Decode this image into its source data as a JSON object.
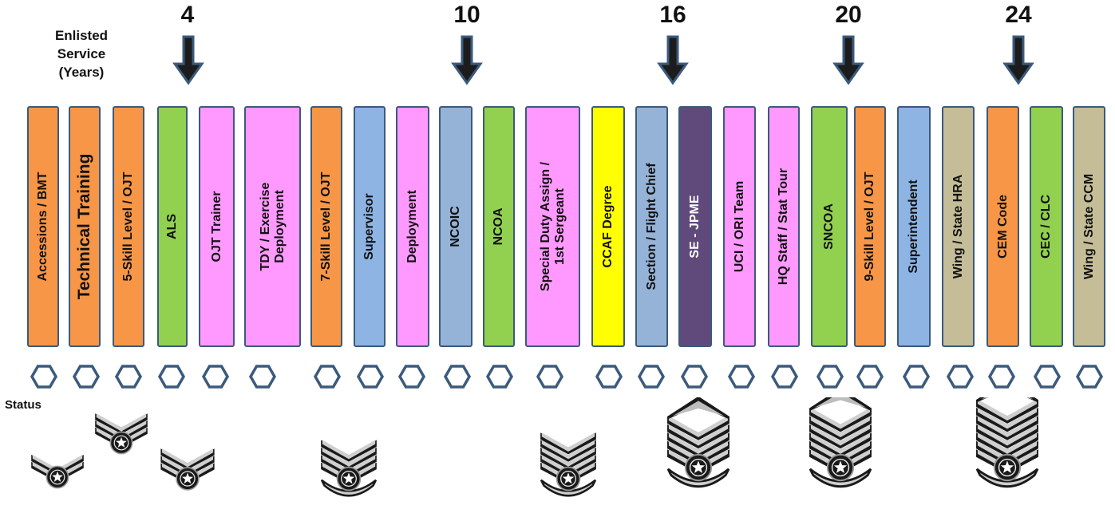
{
  "header": {
    "service_label": [
      "Enlisted",
      "Service",
      "(Years)"
    ],
    "status_label": "Status"
  },
  "year_markers": [
    "4",
    "10",
    "16",
    "20",
    "24"
  ],
  "colors": {
    "border": "#3b5a7d",
    "arrow": "#3b5a7d",
    "orange": "#f79646",
    "green": "#92d050",
    "pink": "#ff99ff",
    "blue": "#8eb4e3",
    "grey_blue": "#95b3d7",
    "yellow": "#ffff00",
    "purple": "#604a7b",
    "tan": "#c4bd97"
  },
  "stages": [
    {
      "label": "Accessions / BMT",
      "color": "orange"
    },
    {
      "label": "Technical Training",
      "color": "orange"
    },
    {
      "label": "5-Skill Level / OJT",
      "color": "orange"
    },
    {
      "label": "ALS",
      "color": "green"
    },
    {
      "label": "OJT Trainer",
      "color": "pink"
    },
    {
      "label": "TDY / Exercise\nDeployment",
      "color": "pink"
    },
    {
      "label": "7-Skill Level / OJT",
      "color": "orange"
    },
    {
      "label": "Supervisor",
      "color": "blue"
    },
    {
      "label": "Deployment",
      "color": "pink"
    },
    {
      "label": "NCOIC",
      "color": "grey_blue"
    },
    {
      "label": "NCOA",
      "color": "green"
    },
    {
      "label": "Special Duty Assign /\n1st Sergeant",
      "color": "pink"
    },
    {
      "label": "CCAF Degree",
      "color": "yellow"
    },
    {
      "label": "Section / Flight Chief",
      "color": "grey_blue"
    },
    {
      "label": "SE - JPME",
      "color": "purple"
    },
    {
      "label": "UCI / ORI Team",
      "color": "pink"
    },
    {
      "label": "HQ Staff / Stat Tour",
      "color": "pink"
    },
    {
      "label": "SNCOA",
      "color": "green"
    },
    {
      "label": "9-Skill Level / OJT",
      "color": "orange"
    },
    {
      "label": "Superintendent",
      "color": "blue"
    },
    {
      "label": "Wing / State HRA",
      "color": "tan"
    },
    {
      "label": "CEM Code",
      "color": "orange"
    },
    {
      "label": "CEC / CLC",
      "color": "green"
    },
    {
      "label": "Wing / State CCM",
      "color": "tan"
    }
  ],
  "insignia": [
    {
      "name": "airman-first-class-insignia",
      "chevrons": 2,
      "diamond": false
    },
    {
      "name": "senior-airman-insignia",
      "chevrons": 3,
      "diamond": false
    },
    {
      "name": "staff-sergeant-insignia",
      "chevrons": 3,
      "diamond": false
    },
    {
      "name": "technical-sergeant-insignia",
      "chevrons": 4,
      "diamond": false
    },
    {
      "name": "master-sergeant-insignia",
      "chevrons": 5,
      "diamond": false
    },
    {
      "name": "first-sergeant-master-insignia",
      "chevrons": 5,
      "diamond": true
    },
    {
      "name": "senior-master-sergeant-insignia",
      "chevrons": 6,
      "diamond": true
    },
    {
      "name": "chief-master-sergeant-insignia",
      "chevrons": 7,
      "diamond": true
    }
  ]
}
